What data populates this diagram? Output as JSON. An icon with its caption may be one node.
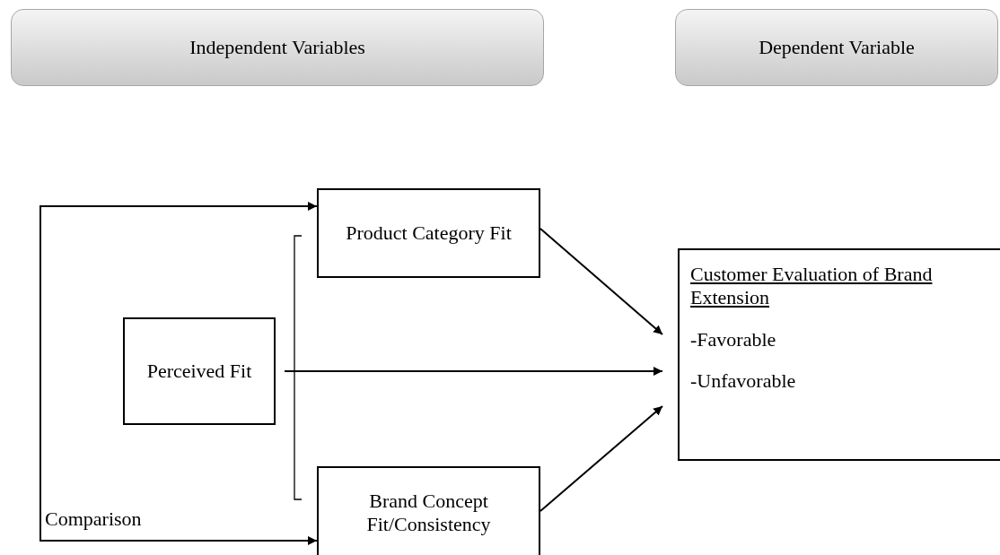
{
  "diagram": {
    "nodes": [
      {
        "text": [
          "Independent Variables"
        ]
      },
      {
        "text": [
          "Dependent Variable"
        ]
      },
      {
        "text": [
          "Product Category Fit"
        ]
      },
      {
        "text": [
          "Perceived Fit"
        ]
      },
      {
        "text": [
          "Brand Concept Fit/Consistency"
        ]
      },
      {
        "text": [
          "Customer Evaluation of Brand Extension",
          "-Favorable",
          "-Unfavorable"
        ]
      }
    ],
    "edges": [
      {
        "from": 2,
        "to": 4,
        "arrow": "both",
        "label": "Comparison"
      },
      {
        "from": 2,
        "to": 5,
        "arrow": "to"
      },
      {
        "from": 3,
        "to": 5,
        "arrow": "to"
      },
      {
        "from": 4,
        "to": 5,
        "arrow": "to"
      }
    ]
  }
}
